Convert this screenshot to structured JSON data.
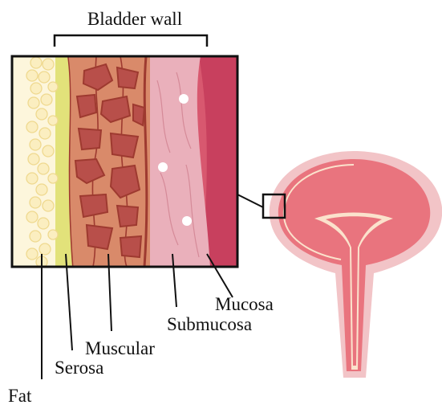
{
  "title": "Bladder wall",
  "labels": {
    "fat": "Fat",
    "serosa": "Serosa",
    "muscular": "Muscular",
    "submucosa": "Submucosa",
    "mucosa": "Mucosa"
  },
  "colors": {
    "fat": "#fbeec0",
    "fat_outline": "#efd98f",
    "serosa": "#e2e27a",
    "muscular": "#d98a6a",
    "muscle_fiber": "#9e3a30",
    "submucosa": "#e9a8b3",
    "mucosa": "#c8405e",
    "bladder_outer": "#f2c4c7",
    "bladder_inner": "#e9747e",
    "urothelium": "#fbe2cc"
  }
}
